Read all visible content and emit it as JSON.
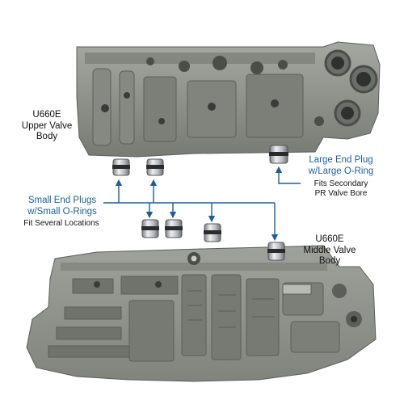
{
  "labels": {
    "upper_body": [
      "U660E",
      "Upper Valve",
      "Body"
    ],
    "large_plug": [
      "Large End Plug",
      "w/Large O-Ring"
    ],
    "large_plug_note": [
      "Fits Secondary",
      "PR Valve Bore"
    ],
    "small_plugs": [
      "Small End Plugs",
      "w/Small O-Rings"
    ],
    "small_plugs_note": [
      "Fit Several Locations"
    ],
    "middle_body": [
      "U660E",
      "Middle Valve",
      "Body"
    ]
  },
  "colors": {
    "arrow": "#1d5e99",
    "casting": "#8c9088",
    "casting_dark": "#5b5f59",
    "plug": "#c9ccd0"
  }
}
